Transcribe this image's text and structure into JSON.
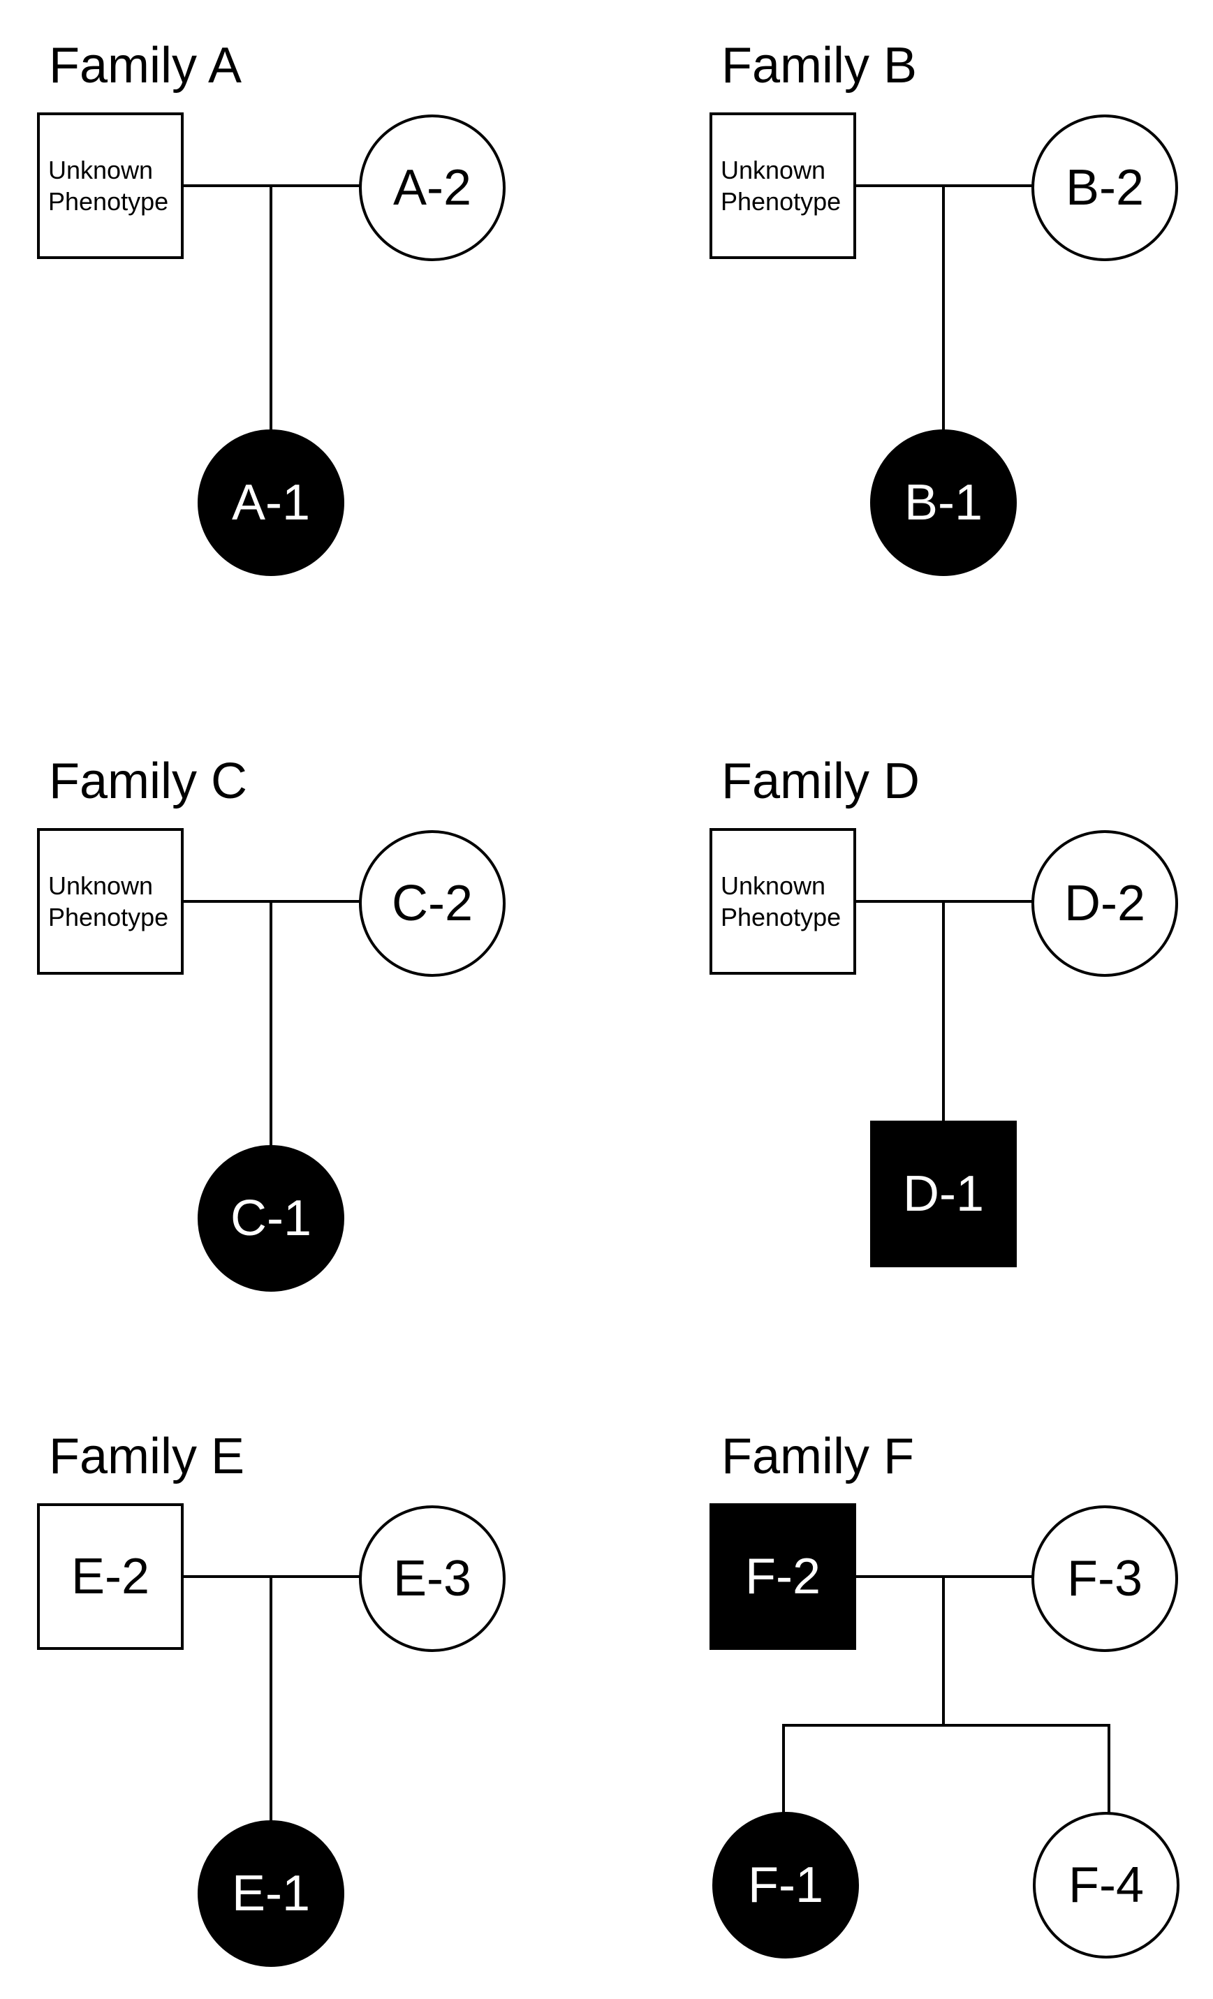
{
  "figure_type": "pedigree-diagram",
  "colors": {
    "background": "#ffffff",
    "outline": "#000000",
    "affected_fill": "#000000",
    "unaffected_fill": "#ffffff",
    "affected_label_color": "#ffffff",
    "unaffected_label_color": "#000000"
  },
  "families": [
    {
      "title": "Family A",
      "father": {
        "label": "Unknown Phenotype",
        "shape": "square",
        "filled": false
      },
      "mother": {
        "label": "A-2",
        "shape": "circle",
        "filled": false
      },
      "children": [
        {
          "label": "A-1",
          "shape": "circle",
          "filled": true
        }
      ]
    },
    {
      "title": "Family B",
      "father": {
        "label": "Unknown Phenotype",
        "shape": "square",
        "filled": false
      },
      "mother": {
        "label": "B-2",
        "shape": "circle",
        "filled": false
      },
      "children": [
        {
          "label": "B-1",
          "shape": "circle",
          "filled": true
        }
      ]
    },
    {
      "title": "Family C",
      "father": {
        "label": "Unknown Phenotype",
        "shape": "square",
        "filled": false
      },
      "mother": {
        "label": "C-2",
        "shape": "circle",
        "filled": false
      },
      "children": [
        {
          "label": "C-1",
          "shape": "circle",
          "filled": true
        }
      ]
    },
    {
      "title": "Family D",
      "father": {
        "label": "Unknown Phenotype",
        "shape": "square",
        "filled": false
      },
      "mother": {
        "label": "D-2",
        "shape": "circle",
        "filled": false
      },
      "children": [
        {
          "label": "D-1",
          "shape": "square",
          "filled": true
        }
      ]
    },
    {
      "title": "Family E",
      "father": {
        "label": "E-2",
        "shape": "square",
        "filled": false
      },
      "mother": {
        "label": "E-3",
        "shape": "circle",
        "filled": false
      },
      "children": [
        {
          "label": "E-1",
          "shape": "circle",
          "filled": true
        }
      ]
    },
    {
      "title": "Family F",
      "father": {
        "label": "F-2",
        "shape": "square",
        "filled": true
      },
      "mother": {
        "label": "F-3",
        "shape": "circle",
        "filled": false
      },
      "children": [
        {
          "label": "F-1",
          "shape": "circle",
          "filled": true
        },
        {
          "label": "F-4",
          "shape": "circle",
          "filled": false
        }
      ]
    }
  ]
}
